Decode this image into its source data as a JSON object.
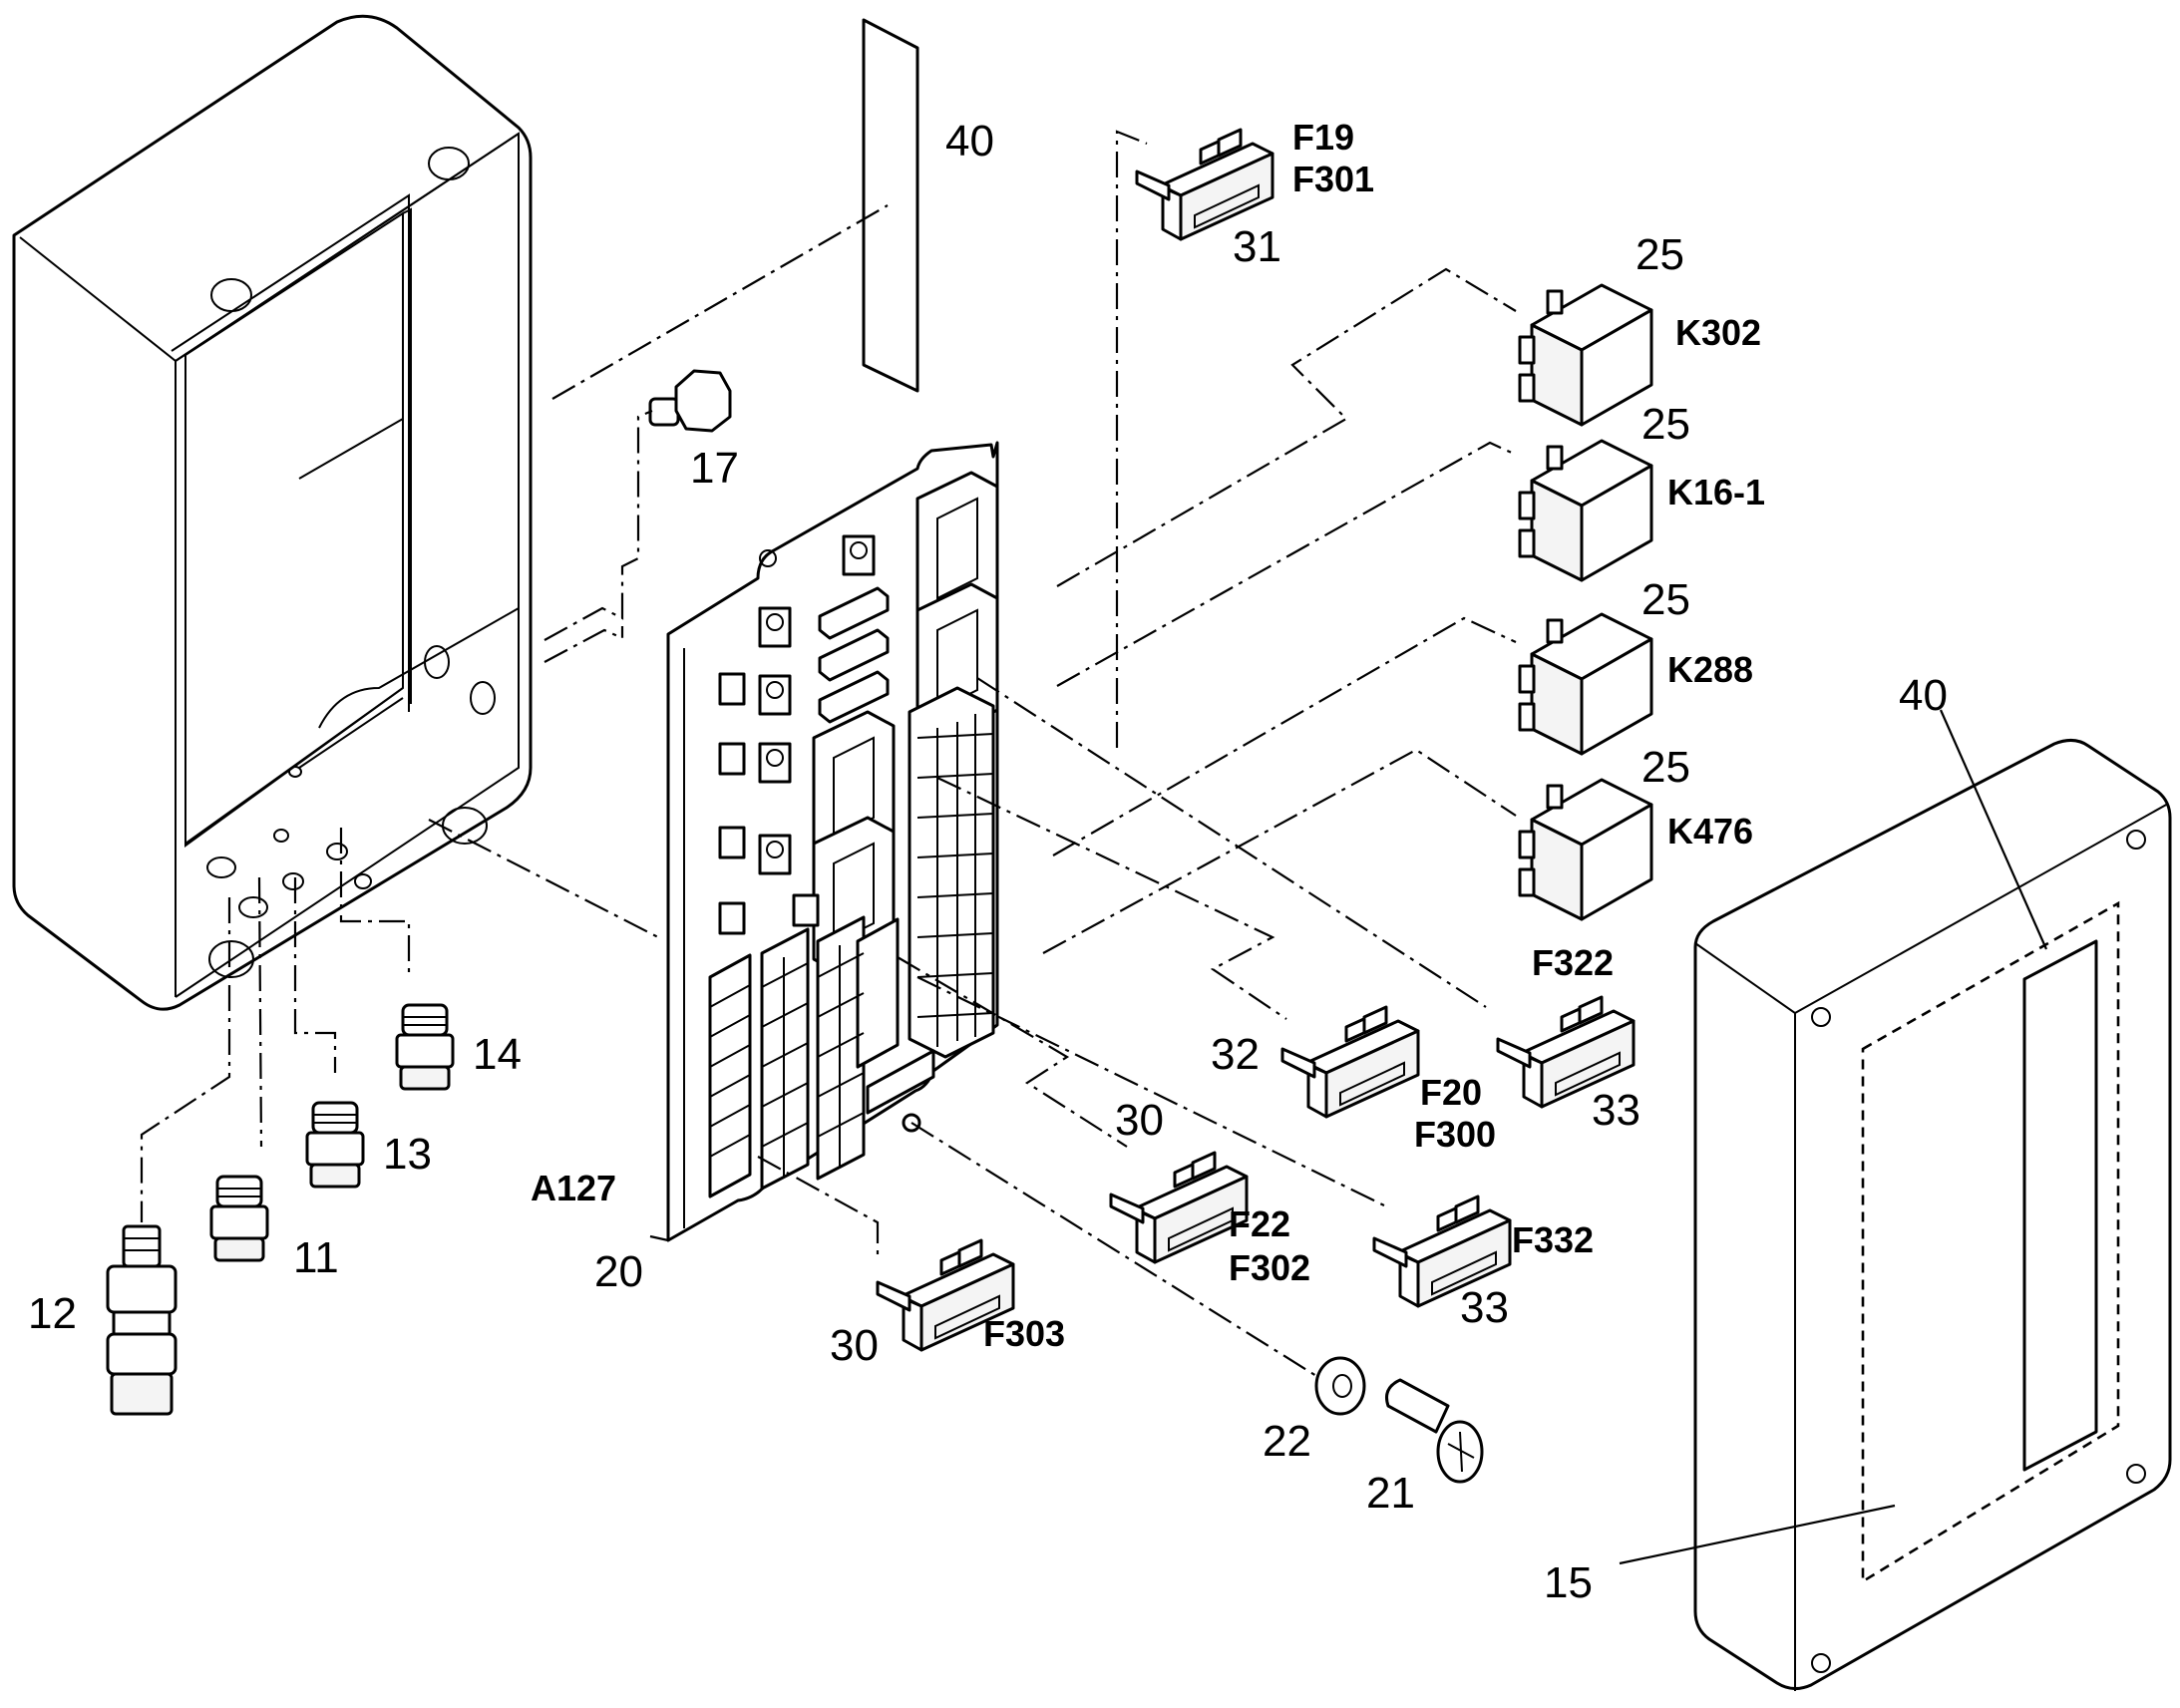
{
  "callouts": {
    "c40_top": "40",
    "c40_right": "40",
    "c31": "31",
    "c25_k302": "25",
    "c25_k16": "25",
    "c25_k288": "25",
    "c25_k476": "25",
    "c17": "17",
    "c14": "14",
    "c13": "13",
    "c11": "11",
    "c12": "12",
    "c20": "20",
    "c32": "32",
    "c30_mid": "30",
    "c30_bottom": "30",
    "c33_upper": "33",
    "c33_lower": "33",
    "c22": "22",
    "c21": "21",
    "c15": "15"
  },
  "designations": {
    "f19": "F19",
    "f301": "F301",
    "k302": "K302",
    "k16_1": "K16-1",
    "k288": "K288",
    "k476": "K476",
    "f322": "F322",
    "f20": "F20",
    "f300": "F300",
    "f22": "F22",
    "f302": "F302",
    "f332": "F332",
    "f303": "F303",
    "a127": "A127"
  }
}
